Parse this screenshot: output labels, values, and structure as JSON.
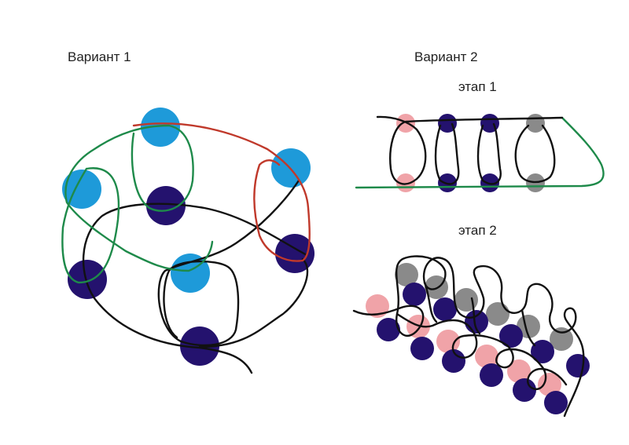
{
  "labels": {
    "variant1": "Вариант 1",
    "variant2": "Вариант 2",
    "stage1": "этап 1",
    "stage2": "этап 2"
  },
  "colors": {
    "bead_light_blue": "#1e9ad9",
    "bead_dark_blue": "#24126e",
    "bead_pink": "#f0a3a8",
    "bead_gray": "#8a8a8a",
    "thread_black": "#111111",
    "thread_green": "#1e8a4a",
    "thread_red": "#c0392b"
  }
}
